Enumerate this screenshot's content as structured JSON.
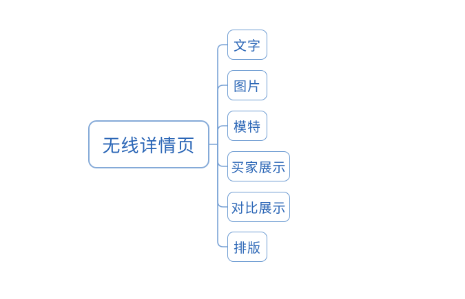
{
  "app": {
    "type": "mind-map-diagram",
    "background": "#ffffff"
  },
  "colors": {
    "root_border": "#85aad8",
    "child_border": "#6e9cd2",
    "text": "#2b66b6",
    "connector": "#7aa3d6"
  },
  "mindmap": {
    "root": {
      "label": "无线详情页"
    },
    "children": [
      {
        "label": "文字"
      },
      {
        "label": "图片"
      },
      {
        "label": "模特"
      },
      {
        "label": "买家展示"
      },
      {
        "label": "对比展示"
      },
      {
        "label": "排版"
      }
    ]
  }
}
